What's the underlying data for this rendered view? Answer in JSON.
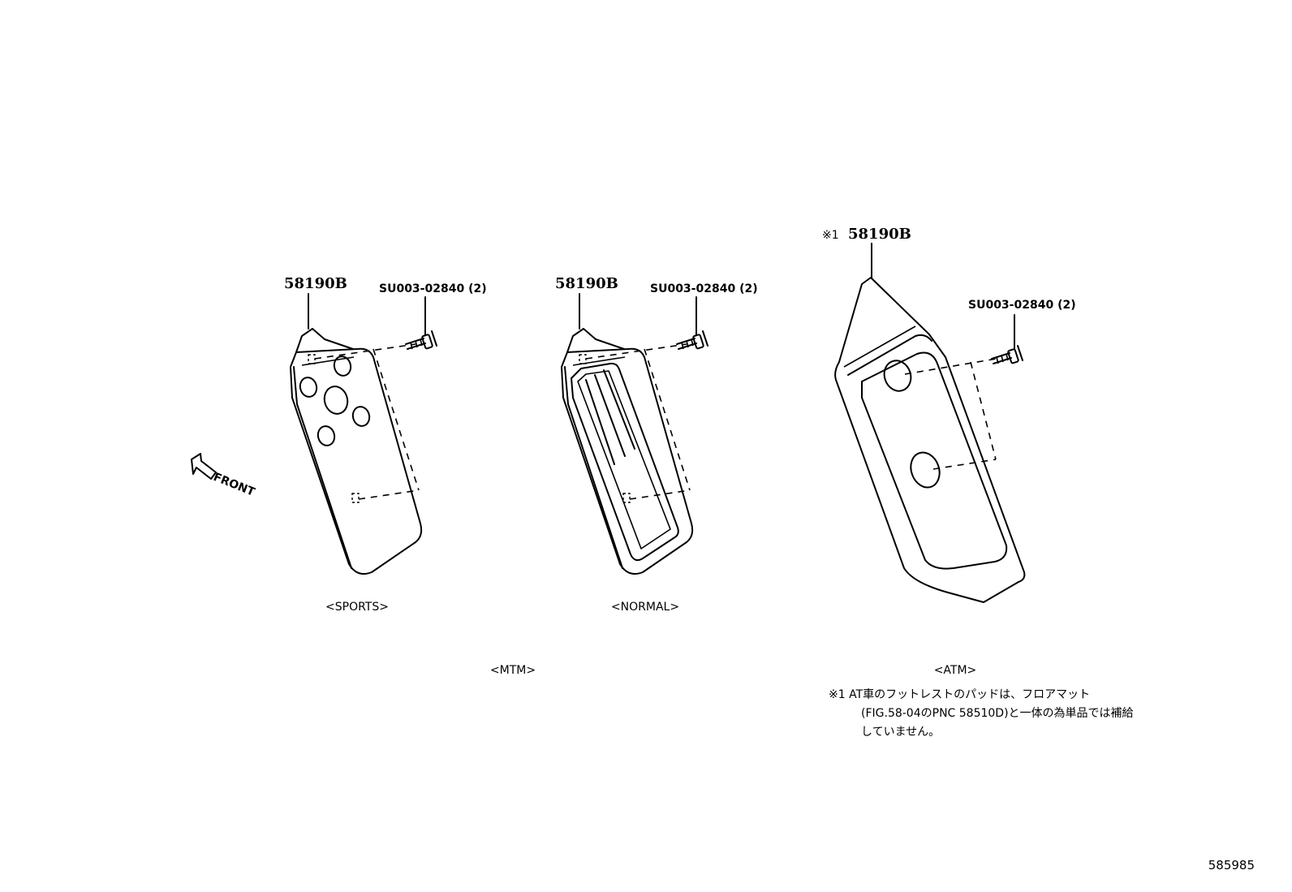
{
  "callouts": {
    "sports_part": "58190B",
    "sports_bolt": "SU003-02840 (2)",
    "normal_part": "58190B",
    "normal_bolt": "SU003-02840 (2)",
    "atm_mark": "※1",
    "atm_part": "58190B",
    "atm_bolt": "SU003-02840 (2)"
  },
  "labels": {
    "front": "FRONT",
    "sports": "<SPORTS>",
    "normal": "<NORMAL>",
    "mtm": "<MTM>",
    "atm": "<ATM>"
  },
  "note": {
    "line1": "※1 AT車のフットレストのパッドは、フロアマット",
    "line2": "(FIG.58-04のPNC 58510D)と一体の為単品では補給",
    "line3": "していません。"
  },
  "figure_id": "585985"
}
